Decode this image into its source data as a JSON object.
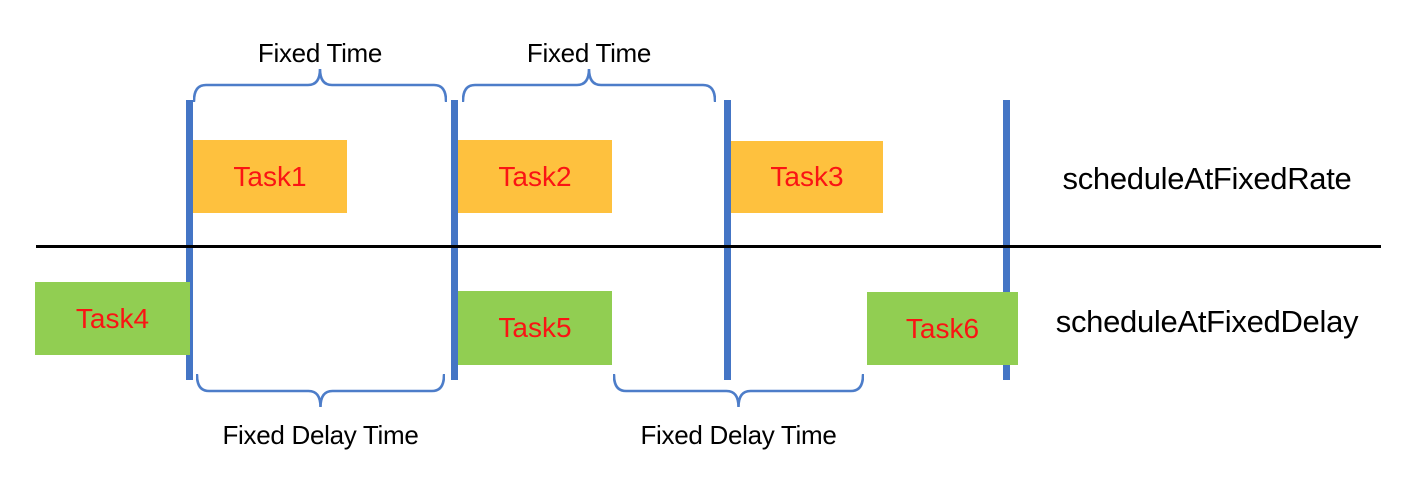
{
  "diagram": {
    "colors": {
      "background": "#ffffff",
      "task_rate_fill": "#FEC13E",
      "task_delay_fill": "#91CE52",
      "task_text": "#FA1414",
      "timeline_bar": "#4475C5",
      "brace": "#4D7DC9",
      "divider": "#000000",
      "label_text": "#000000"
    },
    "fixed_rate_row": {
      "method": "scheduleAtFixedRate",
      "tasks": [
        "Task1",
        "Task2",
        "Task3"
      ],
      "intervals": [
        "Fixed Time",
        "Fixed Time"
      ]
    },
    "fixed_delay_row": {
      "method": "scheduleAtFixedDelay",
      "tasks": [
        "Task4",
        "Task5",
        "Task6"
      ],
      "intervals": [
        "Fixed Delay Time",
        "Fixed Delay Time"
      ]
    }
  }
}
